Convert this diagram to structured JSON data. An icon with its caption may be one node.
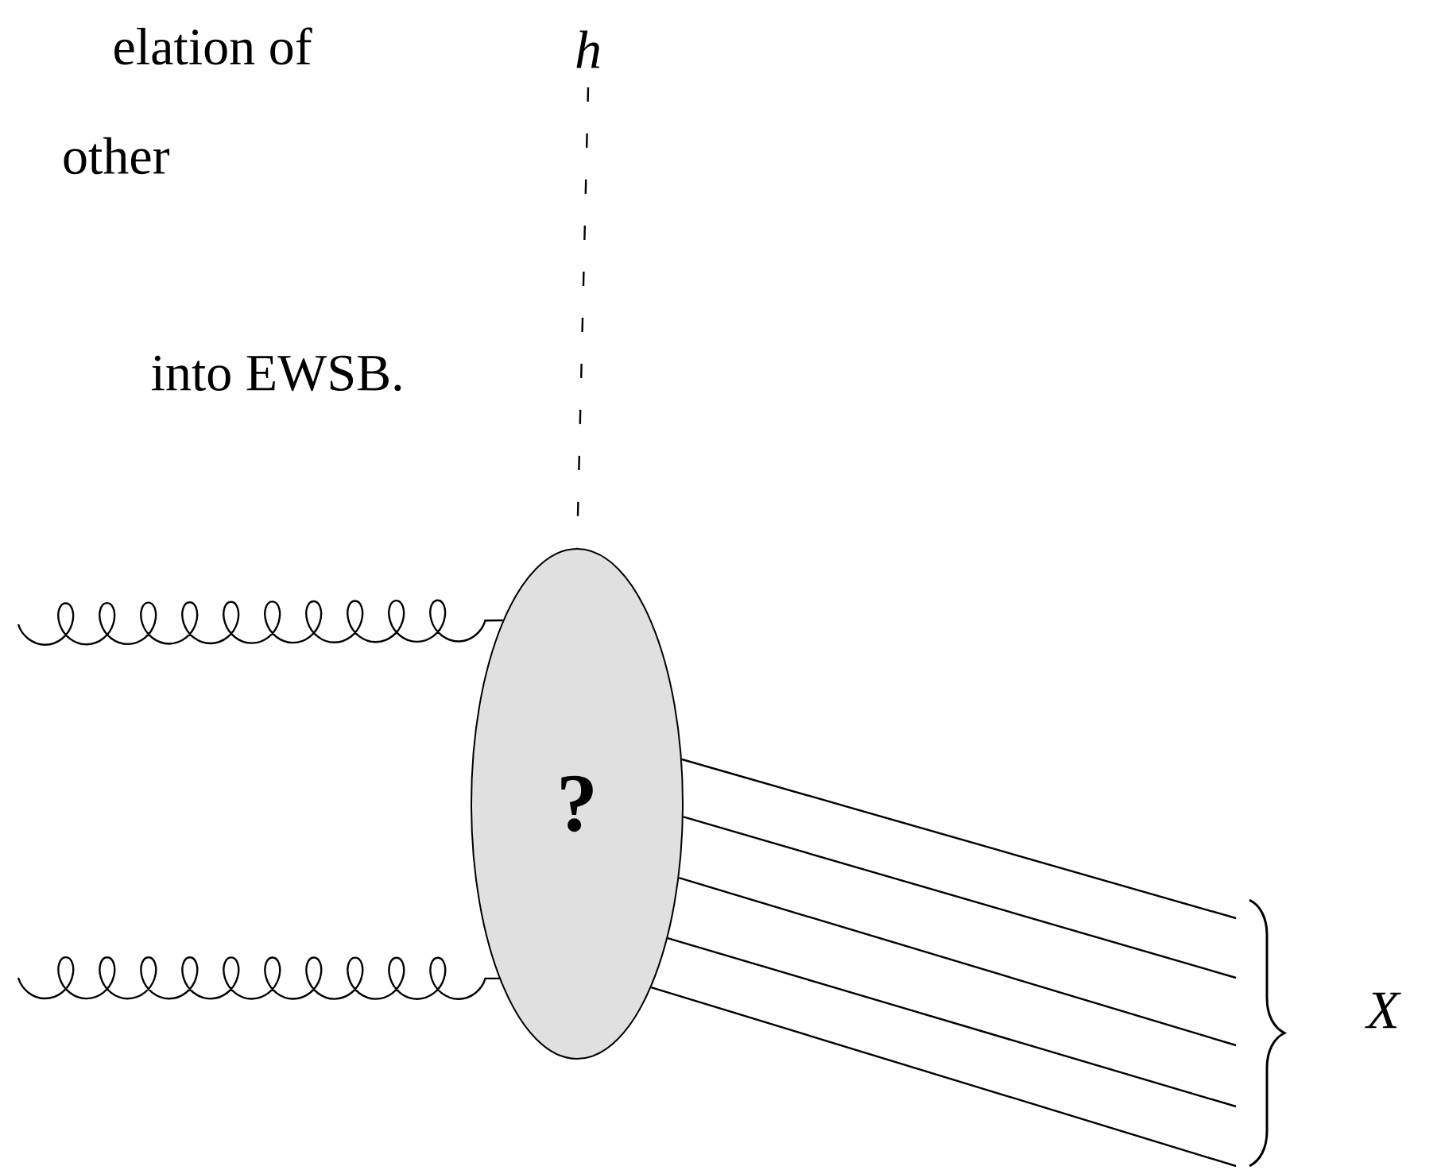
{
  "diagram": {
    "nodes": [
      {
        "text": [
          "?"
        ]
      },
      {
        "text": [
          "h"
        ]
      }
    ],
    "edges": [
      {
        "from": 1,
        "to": 0,
        "arrow": "none",
        "style": "dashed"
      },
      {
        "from": null,
        "to": 0,
        "arrow": "none"
      },
      {
        "from": null,
        "to": 0,
        "arrow": "none"
      },
      {
        "from": 0,
        "to": null,
        "arrow": "none"
      },
      {
        "from": 0,
        "to": null,
        "arrow": "none"
      },
      {
        "from": 0,
        "to": null,
        "arrow": "none"
      },
      {
        "from": 0,
        "to": null,
        "arrow": "none"
      },
      {
        "from": 0,
        "to": null,
        "arrow": "none"
      }
    ],
    "labels": [
      "elation of",
      "other",
      "into EWSB.",
      "X"
    ]
  }
}
